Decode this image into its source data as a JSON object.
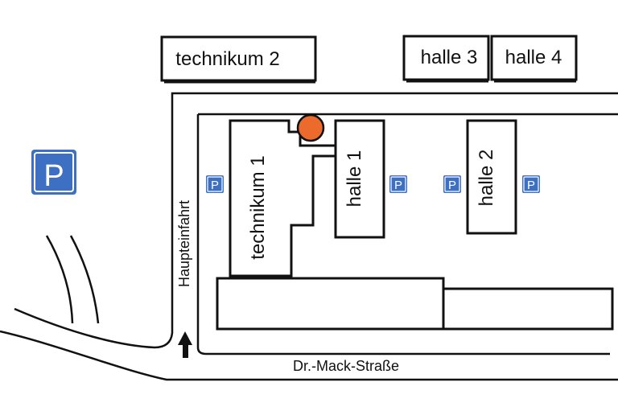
{
  "buildings": {
    "technikum_2": "technikum 2",
    "halle_3": "halle 3",
    "halle_4": "halle 4",
    "technikum_1": "technikum 1",
    "halle_1": "halle 1",
    "halle_2": "halle 2"
  },
  "roads": {
    "main_entrance": "Haupteinfahrt",
    "street": "Dr.-Mack-Straße"
  },
  "parking_symbol": "P",
  "colors": {
    "parking": "#3d6fc2",
    "marker": "#ec6a2c",
    "line": "#111111"
  },
  "icons": {
    "parking": "parking-sign-icon",
    "marker": "location-marker-icon",
    "arrow": "arrow-up-icon"
  }
}
